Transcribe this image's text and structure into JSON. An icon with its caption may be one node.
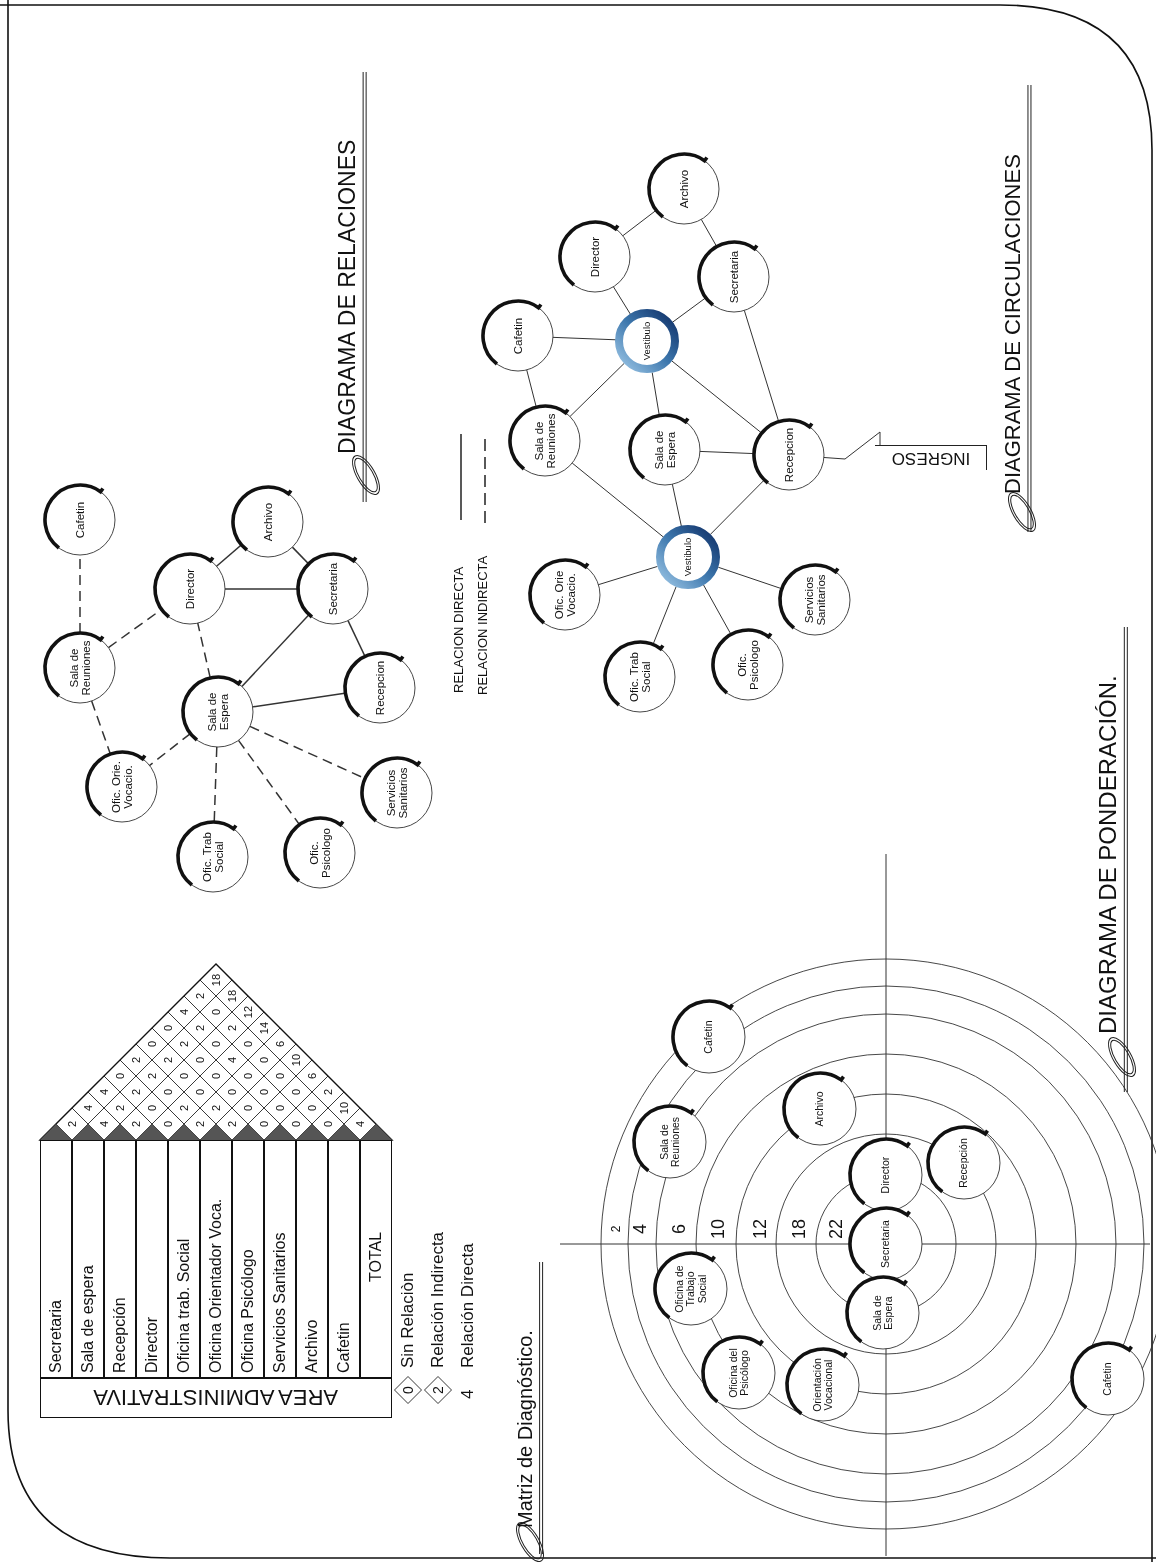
{
  "diagram": {
    "nodes": [
      {
        "text": [
          "Sala de Reuniones"
        ]
      },
      {
        "text": [
          "Cafetin"
        ]
      },
      {
        "text": [
          "Director"
        ]
      },
      {
        "text": [
          "Archivo"
        ]
      },
      {
        "text": [
          "Secretaria"
        ]
      },
      {
        "text": [
          "Recepcion"
        ]
      },
      {
        "text": [
          "Sala de Espera"
        ]
      },
      {
        "text": [
          "Ofic. Orie. Vocacio."
        ]
      },
      {
        "text": [
          "Ofic. Trab Social"
        ]
      },
      {
        "text": [
          "Ofic. Psicologo"
        ]
      },
      {
        "text": [
          "Servicios Sanitarios"
        ]
      },
      {
        "text": [
          "Cafetin"
        ]
      },
      {
        "text": [
          "Director"
        ]
      },
      {
        "text": [
          "Archivo"
        ]
      },
      {
        "text": [
          "Secretaria"
        ]
      },
      {
        "text": [
          "Vestibulo"
        ]
      },
      {
        "text": [
          "Sala de Reuniones"
        ]
      },
      {
        "text": [
          "Sala de Espera"
        ]
      },
      {
        "text": [
          "Recepcion"
        ]
      },
      {
        "text": [
          "Vestibulo"
        ]
      },
      {
        "text": [
          "Ofic. Orie Vocacio."
        ]
      },
      {
        "text": [
          "Ofic. Trab Social"
        ]
      },
      {
        "text": [
          "Ofic. Psicologo"
        ]
      },
      {
        "text": [
          "Servicios Sanitarios"
        ]
      },
      {
        "text": [
          "INGRESO"
        ]
      },
      {
        "text": [
          "Cafetin"
        ]
      },
      {
        "text": [
          "Sala de Reuniones"
        ]
      },
      {
        "text": [
          "Archivo"
        ]
      },
      {
        "text": [
          "Director"
        ]
      },
      {
        "text": [
          "Recepción"
        ]
      },
      {
        "text": [
          "Secretaria"
        ]
      },
      {
        "text": [
          "Oficina de Trabajo Social"
        ]
      },
      {
        "text": [
          "Sala de Espera"
        ]
      },
      {
        "text": [
          "Oficina del Psicólogo"
        ]
      },
      {
        "text": [
          "Orientación Vocacional"
        ]
      },
      {
        "text": [
          "Cafetin"
        ]
      }
    ],
    "edges": [
      {
        "from": 2,
        "to": 3,
        "arrow": "none"
      },
      {
        "from": 2,
        "to": 4,
        "arrow": "none"
      },
      {
        "from": 3,
        "to": 4,
        "arrow": "none"
      },
      {
        "from": 6,
        "to": 4,
        "arrow": "none"
      },
      {
        "from": 4,
        "to": 5,
        "arrow": "none"
      },
      {
        "from": 6,
        "to": 5,
        "arrow": "none"
      },
      {
        "from": 0,
        "to": 1,
        "arrow": "none",
        "style": "dashed"
      },
      {
        "from": 0,
        "to": 2,
        "arrow": "none",
        "style": "dashed"
      },
      {
        "from": 0,
        "to": 7,
        "arrow": "none",
        "style": "dashed"
      },
      {
        "from": 6,
        "to": 2,
        "arrow": "none",
        "style": "dashed"
      },
      {
        "from": 6,
        "to": 7,
        "arrow": "none",
        "style": "dashed"
      },
      {
        "from": 6,
        "to": 8,
        "arrow": "none",
        "style": "dashed"
      },
      {
        "from": 6,
        "to": 9,
        "arrow": "none",
        "style": "dashed"
      },
      {
        "from": 6,
        "to": 10,
        "arrow": "none",
        "style": "dashed"
      },
      {
        "from": 11,
        "to": 15,
        "arrow": "none"
      },
      {
        "from": 11,
        "to": 16,
        "arrow": "none"
      },
      {
        "from": 12,
        "to": 15,
        "arrow": "none"
      },
      {
        "from": 12,
        "to": 13,
        "arrow": "none"
      },
      {
        "from": 13,
        "to": 14,
        "arrow": "none"
      },
      {
        "from": 14,
        "to": 15,
        "arrow": "none"
      },
      {
        "from": 14,
        "to": 18,
        "arrow": "none"
      },
      {
        "from": 15,
        "to": 16,
        "arrow": "none"
      },
      {
        "from": 15,
        "to": 17,
        "arrow": "none"
      },
      {
        "from": 15,
        "to": 18,
        "arrow": "none"
      },
      {
        "from": 17,
        "to": 18,
        "arrow": "none"
      },
      {
        "from": 16,
        "to": 19,
        "arrow": "none"
      },
      {
        "from": 17,
        "to": 19,
        "arrow": "none"
      },
      {
        "from": 19,
        "to": 18,
        "arrow": "none"
      },
      {
        "from": 19,
        "to": 20,
        "arrow": "none"
      },
      {
        "from": 19,
        "to": 21,
        "arrow": "none"
      },
      {
        "from": 19,
        "to": 22,
        "arrow": "none"
      },
      {
        "from": 19,
        "to": 23,
        "arrow": "none"
      },
      {
        "from": 24,
        "to": 18,
        "arrow": "none"
      }
    ],
    "labels": [
      "AREA ADMINISTRATIVA",
      "Secretaria",
      "Sala de espera",
      "Recepción",
      "Director",
      "Oficina trab. Social",
      "Oficina Orientador Voca.",
      "Oficina Psicólogo",
      "Servicios Sanitarios",
      "Archivo",
      "Cafetin",
      "TOTAL",
      "2",
      "4",
      "4",
      "0",
      "2",
      "0",
      "0",
      "4",
      "2",
      "18",
      "4",
      "2",
      "2",
      "2",
      "2",
      "2",
      "2",
      "0",
      "18",
      "2",
      "0",
      "0",
      "0",
      "0",
      "0",
      "2",
      "12",
      "0",
      "2",
      "0",
      "0",
      "4",
      "0",
      "14",
      "2",
      "2",
      "0",
      "0",
      "0",
      "6",
      "2",
      "0",
      "0",
      "0",
      "10",
      "0",
      "0",
      "0",
      "6",
      "0",
      "0",
      "2",
      "0",
      "10",
      "4",
      "0",
      "Sin Relaciòn",
      "2",
      "Relación Indirecta",
      "4",
      "Relación Directa",
      "Matriz de Diagnóstico.",
      "DIAGRAMA DE RELACIONES",
      "DIAGRAMA DE CIRCULACIONES",
      "DIAGRAMA DE PONDERACIÓN.",
      "2",
      "4",
      "6",
      "10",
      "12",
      "18",
      "22"
    ],
    "legend": [
      {
        "text": "RELACION DIRECTA"
      },
      {
        "text": "RELACION INDIRECTA"
      }
    ]
  }
}
